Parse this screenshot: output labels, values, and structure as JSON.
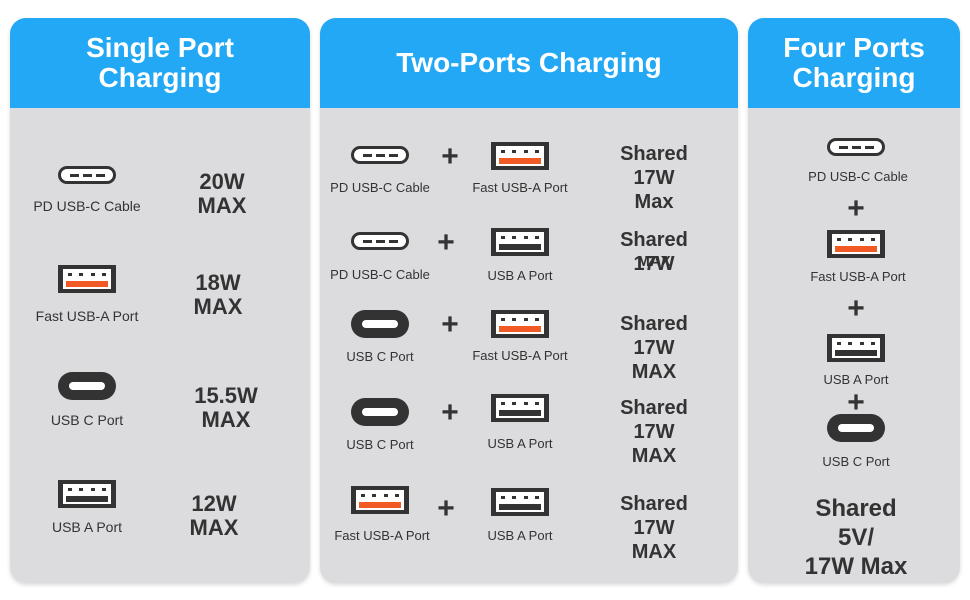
{
  "colors": {
    "header_blue": "#22a8f4",
    "card_gray": "#dcdcdf",
    "fast_port_orange": "#f15a24",
    "text_dark": "#333333"
  },
  "single": {
    "title": "Single Port\nCharging",
    "rows": [
      {
        "icon": "usb-c-cable-icon",
        "label": "PD USB-C Cable",
        "value": "20W MAX"
      },
      {
        "icon": "fast-usb-a-port-icon",
        "label": "Fast USB-A Port",
        "value": "18W MAX"
      },
      {
        "icon": "usb-c-port-icon",
        "label": "USB C Port",
        "value": "15.5W MAX"
      },
      {
        "icon": "usb-a-port-icon",
        "label": "USB A Port",
        "value": "12W MAX"
      }
    ]
  },
  "two": {
    "title": "Two-Ports Charging",
    "plus": "+",
    "rows": [
      {
        "left_label": "PD USB-C Cable",
        "right_label": "Fast USB-A Port",
        "value": "Shared 17W\nMax"
      },
      {
        "left_label": "PD USB-C Cable",
        "right_label": "USB A Port",
        "value_line1": "Shared 17W",
        "value_line2": "MAX"
      },
      {
        "left_label": "USB C Port",
        "right_label": "Fast USB-A Port",
        "value": "Shared 17W\nMAX"
      },
      {
        "left_label": "USB C Port",
        "right_label": "USB A Port",
        "value": "Shared 17W\nMAX"
      },
      {
        "left_label": "Fast USB-A Port",
        "right_label": "USB A Port",
        "value": "Shared 17W\nMAX"
      }
    ]
  },
  "four": {
    "title": "Four Ports\nCharging",
    "plus": "+",
    "items": [
      {
        "label": "PD USB-C Cable"
      },
      {
        "label": "Fast USB-A Port"
      },
      {
        "label": "USB A Port"
      },
      {
        "label": "USB C Port"
      }
    ],
    "value": "Shared 5V/\n17W Max"
  }
}
